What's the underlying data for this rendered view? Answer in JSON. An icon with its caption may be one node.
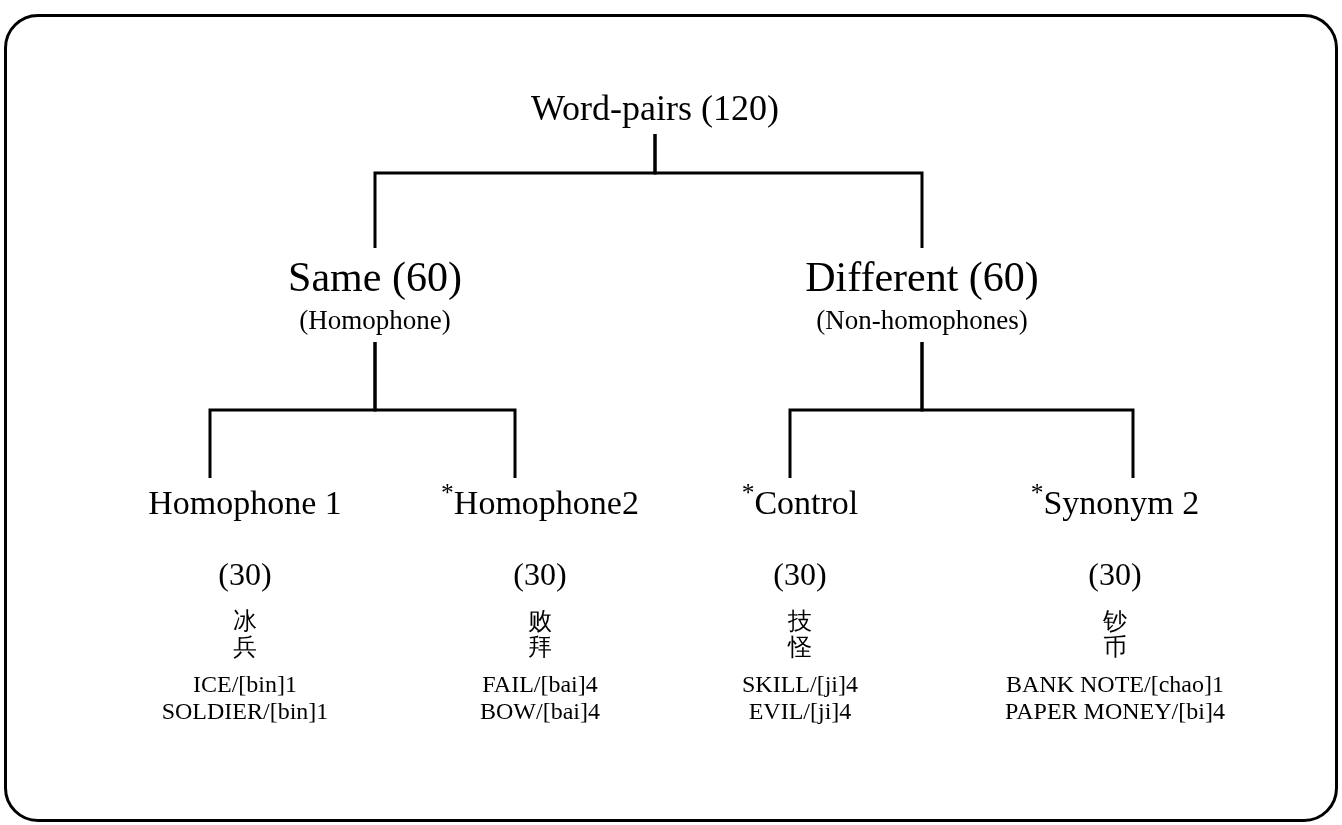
{
  "diagram": {
    "nodes": [
      {
        "text": [
          "Word-pairs (120)"
        ]
      },
      {
        "text": [
          "Same (60)",
          "(Homophone)"
        ]
      },
      {
        "text": [
          "Different (60)",
          "(Non-homophones)"
        ]
      },
      {
        "text": [
          "Homophone 1",
          "(30)",
          "冰兵",
          "ICE/[bin]1",
          "SOLDIER/[bin]1"
        ]
      },
      {
        "text": [
          "$^{*}$Homophone2",
          "(30)",
          "败拜",
          "FAIL/[bai]4",
          "BOW/[bai]4"
        ]
      },
      {
        "text": [
          "$^{*}$Control",
          "(30)",
          "技怪",
          "SKILL/[ji]4",
          "EVIL/[ji]4"
        ]
      },
      {
        "text": [
          "$^{*}$Synonym 2",
          "(30)",
          "钞币",
          "BANK NOTE/[chao]1",
          "PAPER MONEY/[bi]4"
        ]
      }
    ],
    "edges": [
      {
        "from": 0,
        "to": 1,
        "arrow": "none"
      },
      {
        "from": 0,
        "to": 2,
        "arrow": "none"
      },
      {
        "from": 1,
        "to": 3,
        "arrow": "none"
      },
      {
        "from": 1,
        "to": 4,
        "arrow": "none"
      },
      {
        "from": 2,
        "to": 5,
        "arrow": "none"
      },
      {
        "from": 2,
        "to": 6,
        "arrow": "none"
      }
    ]
  }
}
